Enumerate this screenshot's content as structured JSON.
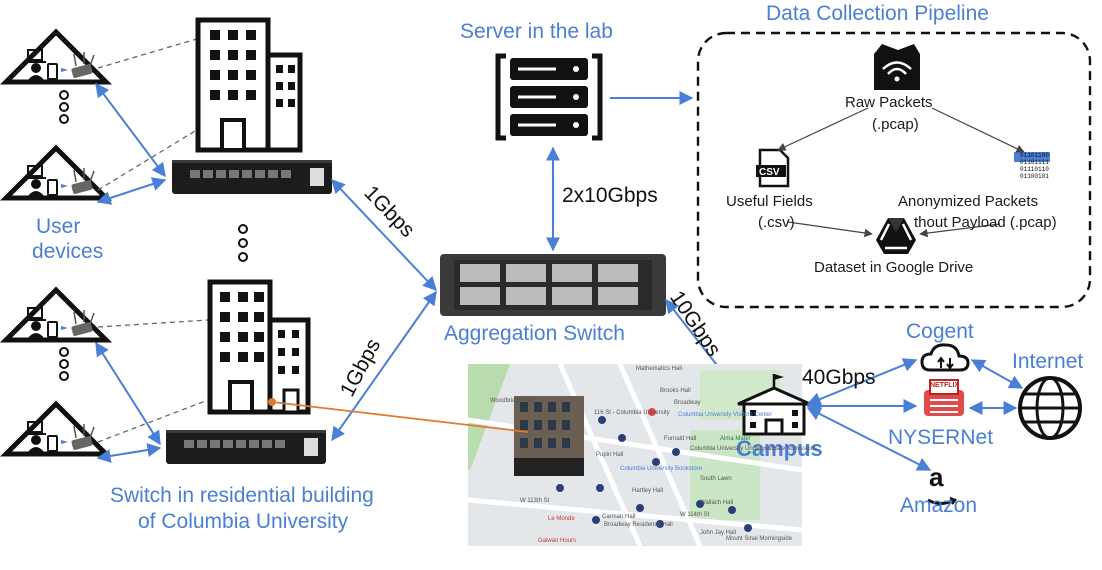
{
  "labels": {
    "server": "Server in the lab",
    "pipeline_title": "Data Collection Pipeline",
    "raw_packets": "Raw Packets",
    "raw_packets_ext": "(.pcap)",
    "useful_fields": "Useful Fields",
    "useful_fields_ext": "(.csv)",
    "anonymized_1": "Anonymized Packets",
    "anonymized_2": "thout Payload (.pcap)",
    "dataset": "Dataset in Google Drive",
    "csv_icon_text": "CSV",
    "binary_lines": [
      "01101100",
      "01101111",
      "01110110",
      "01100101"
    ],
    "user_devices_1": "User",
    "user_devices_2": "devices",
    "aggregation_switch": "Aggregation Switch",
    "residential_switch_1": "Switch in residential building",
    "residential_switch_2": "of Columbia University",
    "link_1gbps_a": "1Gbps",
    "link_1gbps_b": "1Gbps",
    "link_2x10": "2x10Gbps",
    "link_10": "10Gbps",
    "link_40": "40Gbps",
    "campus": "Campus",
    "cogent": "Cogent",
    "internet": "Internet",
    "nysernet": "NYSERNet",
    "netflix_badge": "NETFLIX",
    "amazon": "Amazon",
    "amazon_logo": "a",
    "map_text": [
      "Brooks Hall",
      "116 St - Columbia University",
      "Columbia University Visitors Center",
      "Alma Mater",
      "Columbia University Undergraduate Admissions",
      "Columbia University Bookstore",
      "Furnald Hall",
      "South Lawn",
      "Hartley Hall",
      "Wallach Hall",
      "John Jay Hall",
      "Le Monde",
      "Carman Hall",
      "Broadway Residence Hall",
      "Mount Sinai Morningside",
      "Gaiwan Hours",
      "W 114th St",
      "W 113th St",
      "Broadway",
      "Mathematics Hall",
      "Woodbridge Hall",
      "Pupin Hall"
    ]
  },
  "colors": {
    "accent": "#4a7fd6",
    "orange_link": "#e07a2f",
    "dark": "#141414"
  },
  "icons": [
    "house-icon",
    "router-icon",
    "building-icon",
    "switch-icon",
    "server-icon",
    "patch-panel-icon",
    "campus-icon",
    "cloud-icon",
    "netflix-icon",
    "globe-icon",
    "amazon-icon",
    "google-drive-icon",
    "csv-file-icon",
    "binary-file-icon",
    "wifi-box-icon"
  ]
}
